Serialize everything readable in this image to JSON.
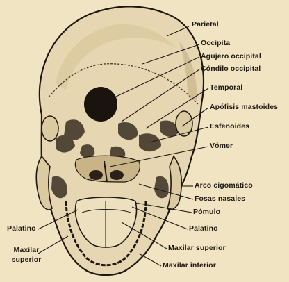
{
  "labels": {
    "parietal": "Parietal",
    "occipital": "Occipita",
    "agujero": "Agujero occipital",
    "condilo": "Cóndilo occipital",
    "temporal": "Temporal",
    "apofisis": "Apófisis mastoides",
    "esfenoides": "Esfenoides",
    "vomer": "Vómer",
    "arco": "Arco cigomático",
    "fosas": "Fosas nasales",
    "pomulo": "Pómulo",
    "palatino_right": "Palatino",
    "palatino_left": "Palatino",
    "maxilar_superior_right": "Maxilar superior",
    "maxilar_inferior": "Maxilar inferior",
    "maxilar_left_line1": "Maxilar",
    "maxilar_left_line2": "superior"
  },
  "colors": {
    "paper": "#f1e4c3",
    "ink": "#1d1812",
    "bone_light": "#e9dcb9",
    "bone_shadow": "#3a2f22"
  }
}
